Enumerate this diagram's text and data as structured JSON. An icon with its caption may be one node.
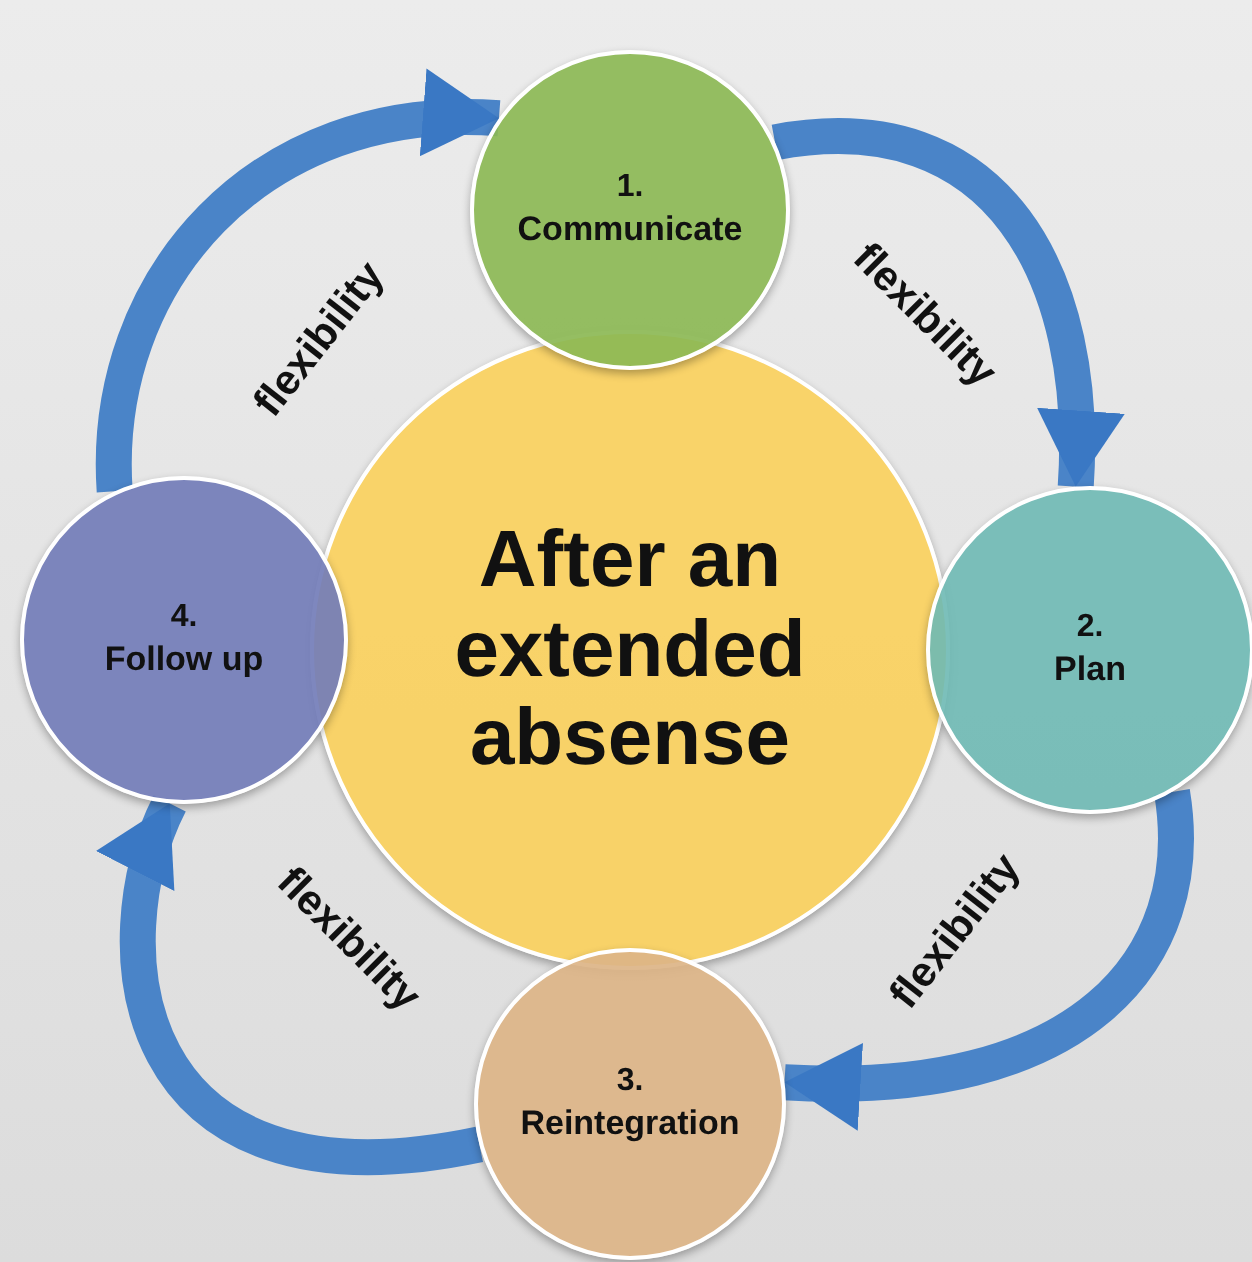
{
  "diagram": {
    "nodes": [
      {
        "text": [
          "After an extended absense"
        ]
      },
      {
        "text": [
          "1.",
          "Communicate"
        ]
      },
      {
        "text": [
          "2.",
          "Plan"
        ]
      },
      {
        "text": [
          "3.",
          "Reintegration"
        ]
      },
      {
        "text": [
          "4.",
          "Follow up"
        ]
      }
    ],
    "edges": [
      {
        "from": 4,
        "to": 1,
        "arrow": "to",
        "label": "flexibility"
      },
      {
        "from": 1,
        "to": 2,
        "arrow": "to",
        "label": "flexibility"
      },
      {
        "from": 2,
        "to": 3,
        "arrow": "to",
        "label": "flexibility"
      },
      {
        "from": 3,
        "to": 4,
        "arrow": "to",
        "label": "flexibility"
      }
    ]
  }
}
